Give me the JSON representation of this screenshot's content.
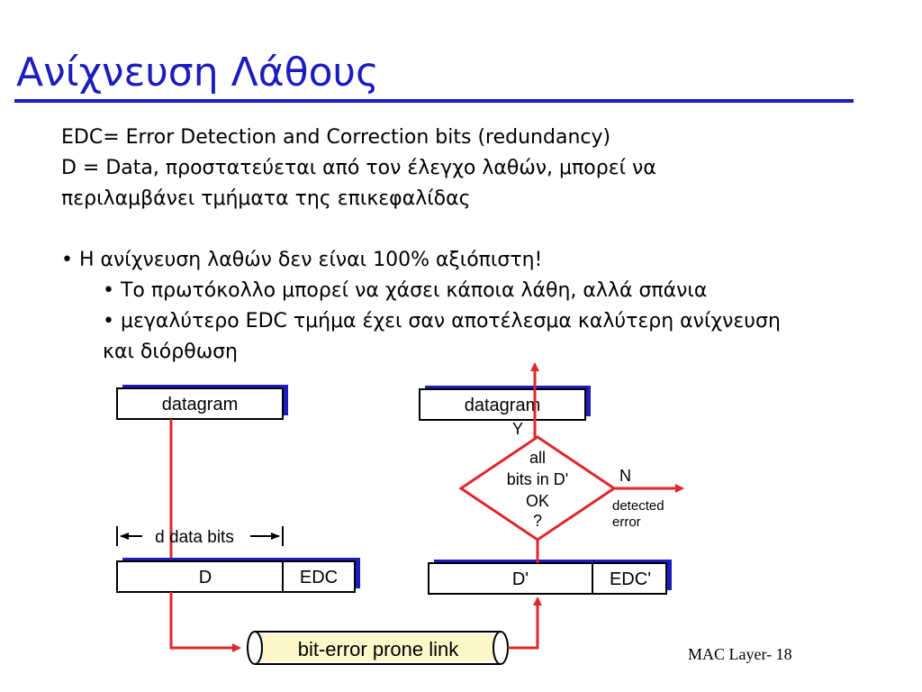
{
  "title": "Ανίχνευση Λάθους",
  "body": {
    "line1": "EDC= Error Detection and Correction bits (redundancy)",
    "line2": "D    = Data, προστατεύεται από τον έλεγχο λαθών, μπορεί να",
    "line3": "περιλαμβάνει τμήματα της επικεφαλίδας",
    "bullet1": "• Η ανίχνευση λαθών δεν είναι 100% αξιόπιστη!",
    "sub1": "• Το πρωτόκολλο μπορεί να χάσει κάποια λάθη, αλλά σπάνια",
    "sub2": "• μεγαλύτερο EDC τμήμα έχει σαν αποτέλεσμα καλύτερη ανίχνευση",
    "sub2b": "και διόρθωση"
  },
  "diagram": {
    "left_datagram": "datagram",
    "d_data_bits": "d data bits",
    "left_d": "D",
    "left_edc": "EDC",
    "right_datagram": "datagram",
    "y_label": "Y",
    "decision_line1": "all",
    "decision_line2": "bits in D'",
    "decision_line3": "OK",
    "decision_line4": "?",
    "n_label": "N",
    "detected": "detected",
    "error": "error",
    "right_d": "D'",
    "right_edc": "EDC'",
    "link_label": "bit-error prone link",
    "colors": {
      "arrow": "#e0262b",
      "box_shadow": "#1c1cbf",
      "link_fill": "#fbf7c9"
    }
  },
  "footer": "MAC Layer- 18"
}
